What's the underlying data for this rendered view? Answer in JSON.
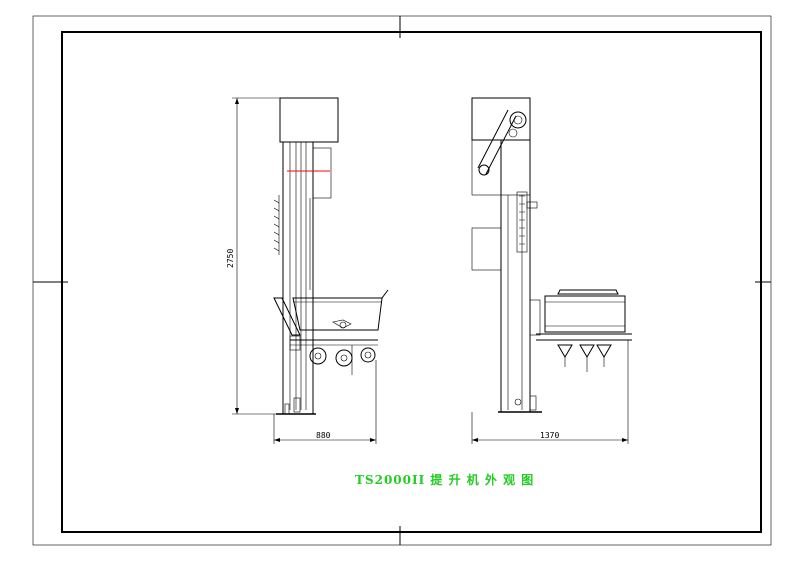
{
  "drawing": {
    "title": "TS2000II 提 升 机 外 观 图",
    "title_color": "#22cc22",
    "height_dimension": "2750",
    "left_width_dimension": "880",
    "right_width_dimension": "1370"
  }
}
